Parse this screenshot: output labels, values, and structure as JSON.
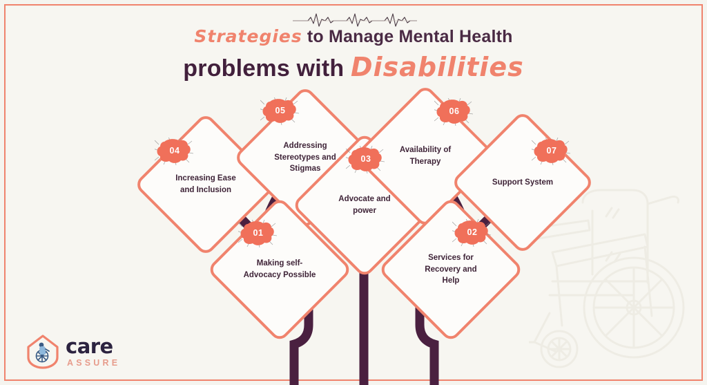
{
  "page": {
    "background_color": "#F5F4EF",
    "frame_color": "#F0836D",
    "accent_color": "#F0836D",
    "dark_color": "#42203C",
    "stem_color": "#4A2040"
  },
  "header": {
    "decoration": "ecg-heartbeat-line",
    "line1_accent": "Strategies",
    "line1_rest": " to Manage Mental Health",
    "line2_dark": "problems with ",
    "line2_accent": "Disabilities"
  },
  "nodes": [
    {
      "number": "01",
      "label": "Making self-Advocacy Possible",
      "label_lines": [
        "Making self-",
        "Advocacy Possible"
      ]
    },
    {
      "number": "02",
      "label": "Services for Recovery and Help",
      "label_lines": [
        "Services for",
        "Recovery and",
        "Help"
      ]
    },
    {
      "number": "03",
      "label": "Advocate and power",
      "label_lines": [
        "Advocate and",
        "power"
      ]
    },
    {
      "number": "04",
      "label": "Increasing Ease and Inclusion",
      "label_lines": [
        "Increasing Ease",
        "and Inclusion"
      ]
    },
    {
      "number": "05",
      "label": "Addressing Stereotypes and Stigmas",
      "label_lines": [
        "Addressing",
        "Stereotypes and",
        "Stigmas"
      ]
    },
    {
      "number": "06",
      "label": "Availability of Therapy",
      "label_lines": [
        "Availability of",
        "Therapy"
      ]
    },
    {
      "number": "07",
      "label": "Support System",
      "label_lines": [
        "Support System"
      ]
    }
  ],
  "logo": {
    "icon": "house-wheelchair-icon",
    "primary": "care",
    "secondary": "ASSURE"
  },
  "watermark": {
    "icon": "wheelchair-icon"
  }
}
